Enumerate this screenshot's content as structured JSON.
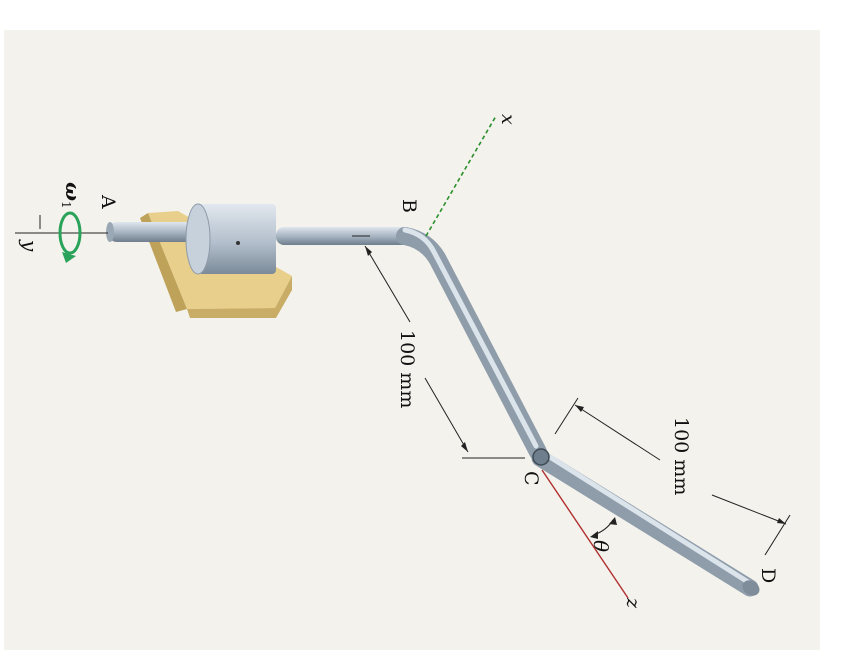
{
  "labels": {
    "y_axis": "y",
    "omega": "ω",
    "omega_sub": "1",
    "point_a": "A",
    "point_b": "B",
    "point_c": "C",
    "point_d": "D",
    "x_axis": "x",
    "z_axis": "z",
    "theta": "θ",
    "dim_bc": "100 mm",
    "dim_cd": "100 mm"
  },
  "colors": {
    "background": "#ffffff",
    "panel": "#f3f2ec",
    "rod": "#a9b6c3",
    "rod_highlight": "#e6ecf2",
    "block": "#e8cf8c",
    "block_dark": "#bfa25a",
    "x_axis": "#2a8f2a",
    "z_axis": "#b03030",
    "omega_arrow": "#2aa35a"
  }
}
